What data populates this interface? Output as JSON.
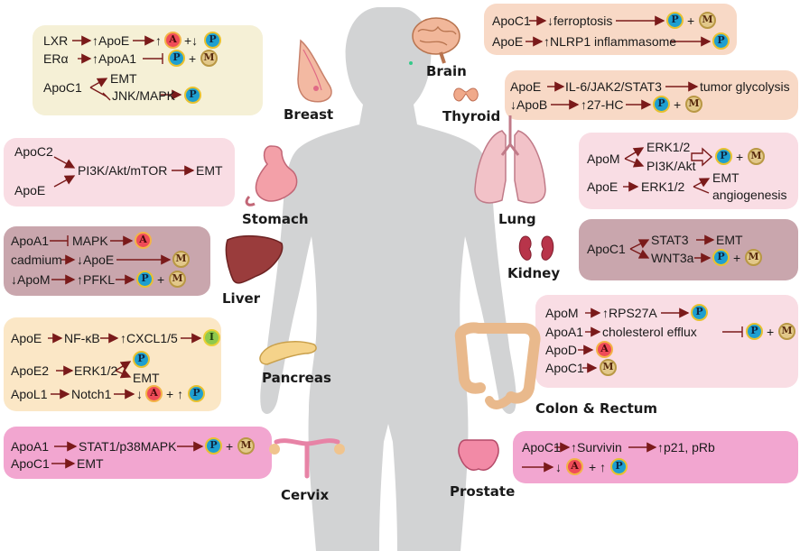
{
  "colors": {
    "arrow": "#7a1a1a",
    "beige_box": "#f5f0d6",
    "salmon_box": "#f8d9c6",
    "pink_box": "#f9dde4",
    "mauve_box": "#c9a6ad",
    "orange_box": "#fbe7c6",
    "magenta_box": "#f2a6d0",
    "body_silhouette": "#d2d3d4"
  },
  "badges": {
    "P": "P",
    "A": "A",
    "M": "M",
    "I": "I"
  },
  "organs": {
    "breast": "Breast",
    "brain": "Brain",
    "thyroid": "Thyroid",
    "stomach": "Stomach",
    "lung": "Lung",
    "liver": "Liver",
    "kidney": "Kidney",
    "pancreas": "Pancreas",
    "colon": "Colon & Rectum",
    "cervix": "Cervix",
    "prostate": "Prostate"
  },
  "breast": {
    "lxr": "LXR",
    "up_apoe": "↑ApoE",
    "up1": "↑",
    "plus1": "+↓",
    "era": "ERα",
    "up_apoa1": "↑ApoA1",
    "plus2": "+",
    "apoc1": "ApoC1",
    "emt": "EMT",
    "jnk": "JNK/MAPK"
  },
  "brain": {
    "apoc1": "ApoC1",
    "ferroptosis": "↓ferroptosis",
    "plus": "+",
    "apoe": "ApoE",
    "nlrp1": "↑NLRP1 inflammasome"
  },
  "thyroid": {
    "apoe": "ApoE",
    "pathway": "IL-6/JAK2/STAT3",
    "glycolysis": "tumor glycolysis",
    "apob": "↓ApoB",
    "hc": "↑27-HC",
    "plus": "+"
  },
  "stomach": {
    "apoc2": "ApoC2",
    "apoe": "ApoE",
    "pathway": "PI3K/Akt/mTOR",
    "emt": "EMT"
  },
  "lung": {
    "apom": "ApoM",
    "erk": "ERK1/2",
    "pi3k": "PI3K/Akt",
    "plus": "+",
    "apoe": "ApoE",
    "erk2": "ERK1/2",
    "emt": "EMT",
    "angio": "angiogenesis"
  },
  "liver": {
    "apoa1": "ApoA1",
    "mapk": "MAPK",
    "cadmium": "cadmium",
    "apoe": "↓ApoE",
    "apom": "↓ApoM",
    "pfkl": "↑PFKL",
    "plus": "+"
  },
  "kidney": {
    "apoc1": "ApoC1",
    "stat3": "STAT3",
    "emt": "EMT",
    "wnt3a": "WNT3a",
    "plus": "+"
  },
  "pancreas": {
    "apoe": "ApoE",
    "nfkb": "NF-κB",
    "cxcl": "↑CXCL1/5",
    "apoe2": "ApoE2",
    "erk": "ERK1/2",
    "emt": "EMT",
    "apol1": "ApoL1",
    "notch1": "Notch1",
    "down": "↓",
    "plusup": "+ ↑"
  },
  "colon": {
    "apom": "ApoM",
    "rps27a": "↑RPS27A",
    "apoa1": "ApoA1",
    "efflux": "cholesterol efflux",
    "plus": "+",
    "apod": "ApoD",
    "apoc1": "ApoC1"
  },
  "cervix": {
    "apoa1": "ApoA1",
    "pathway": "STAT1/p38MAPK",
    "plus": "+",
    "apoc1": "ApoC1",
    "emt": "EMT"
  },
  "prostate": {
    "apoc1": "ApoC1",
    "survivin": "↑Survivin",
    "p21": "↑p21, pRb",
    "down": "↓",
    "plusup": "+ ↑"
  }
}
